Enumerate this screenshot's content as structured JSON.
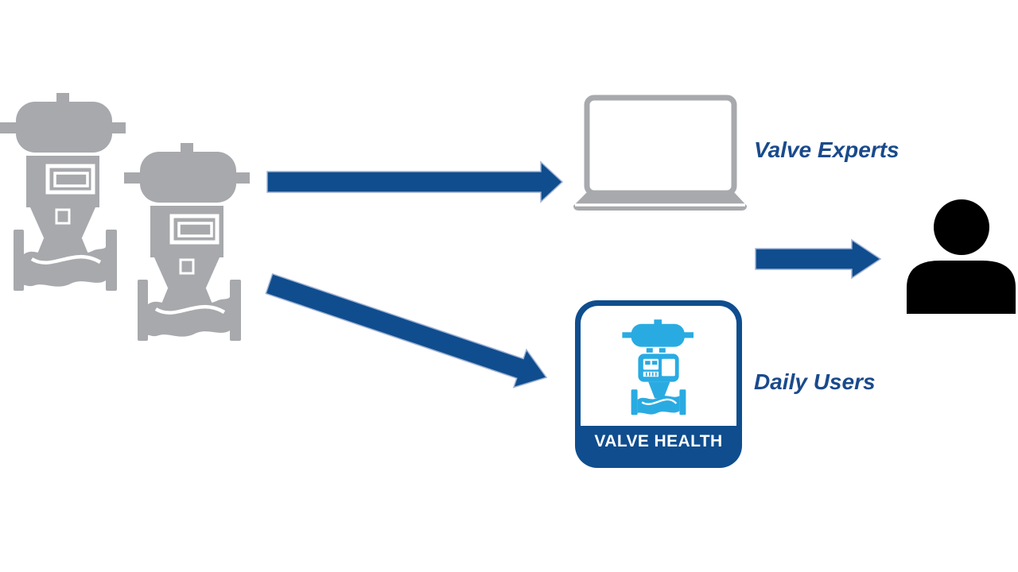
{
  "diagram": {
    "labels": {
      "valve_experts": "Valve Experts",
      "daily_users": "Daily Users"
    },
    "app": {
      "banner": "VALVE HEALTH"
    },
    "icons": {
      "source": "control-valve-icon",
      "expert_channel": "laptop-icon",
      "daily_channel": "valve-health-app-icon",
      "target": "person-icon",
      "connectors": "arrow-right-icon"
    },
    "colors": {
      "gray": "#A7A9AC",
      "dark_blue": "#0F4D8E",
      "text_blue": "#1A4A8C",
      "cyan": "#29ABE2",
      "arrow_outline": "#9FB1D4",
      "black": "#000000",
      "background": "#FFFFFF"
    }
  }
}
